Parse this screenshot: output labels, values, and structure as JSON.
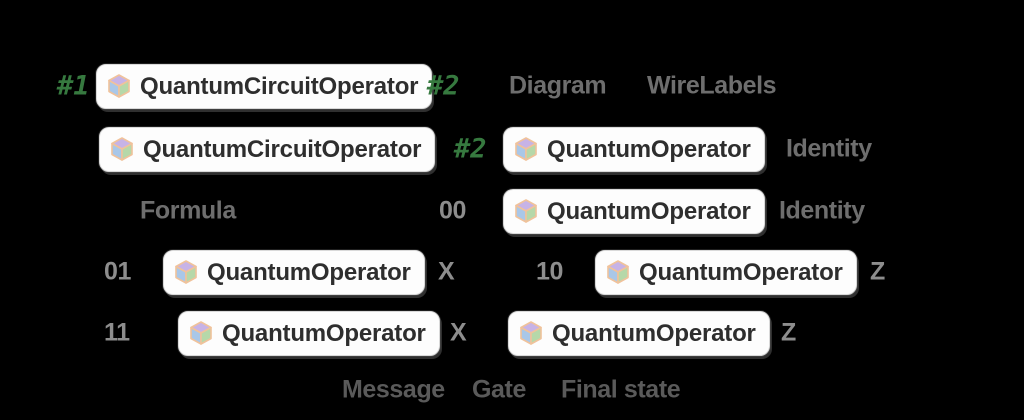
{
  "colors": {
    "background": "#000000",
    "slot-green": "#36793f",
    "string-gray": "#6e6e6e",
    "string-light": "#8d8d8d",
    "string-dark": "#5a5a5a",
    "box-bg": "#fdfdfd",
    "box-border": "#d9d9d9",
    "box-text": "#2e2e2e",
    "cube-outline": "#f0c29b",
    "cube-top": "#c7b3e6",
    "cube-left": "#a9c7e8",
    "cube-right": "#b6d8a9"
  },
  "rows": [
    {
      "tokens": [
        {
          "type": "slot",
          "label": "#1"
        },
        {
          "type": "box",
          "label": "QuantumCircuitOperator"
        },
        {
          "type": "slot",
          "label": "#2"
        },
        {
          "type": "string",
          "label": "Diagram"
        },
        {
          "type": "string",
          "label": "WireLabels"
        }
      ]
    },
    {
      "tokens": [
        {
          "type": "box",
          "label": "QuantumCircuitOperator"
        },
        {
          "type": "slot",
          "label": "#2"
        },
        {
          "type": "box",
          "label": "QuantumOperator"
        },
        {
          "type": "string",
          "label": "Identity"
        }
      ]
    },
    {
      "tokens": [
        {
          "type": "string",
          "label": "Formula"
        },
        {
          "type": "string",
          "label": "00"
        },
        {
          "type": "box",
          "label": "QuantumOperator"
        },
        {
          "type": "string",
          "label": "Identity"
        }
      ]
    },
    {
      "tokens": [
        {
          "type": "string",
          "label": "01"
        },
        {
          "type": "box",
          "label": "QuantumOperator"
        },
        {
          "type": "string",
          "label": "X"
        },
        {
          "type": "string",
          "label": "10"
        },
        {
          "type": "box",
          "label": "QuantumOperator"
        },
        {
          "type": "string",
          "label": "Z"
        }
      ]
    },
    {
      "tokens": [
        {
          "type": "string",
          "label": "11"
        },
        {
          "type": "box",
          "label": "QuantumOperator"
        },
        {
          "type": "string",
          "label": "X"
        },
        {
          "type": "box",
          "label": "QuantumOperator"
        },
        {
          "type": "string",
          "label": "Z"
        }
      ]
    },
    {
      "tokens": [
        {
          "type": "string",
          "label": "Message"
        },
        {
          "type": "string",
          "label": "Gate"
        },
        {
          "type": "string",
          "label": "Final state"
        }
      ]
    }
  ]
}
